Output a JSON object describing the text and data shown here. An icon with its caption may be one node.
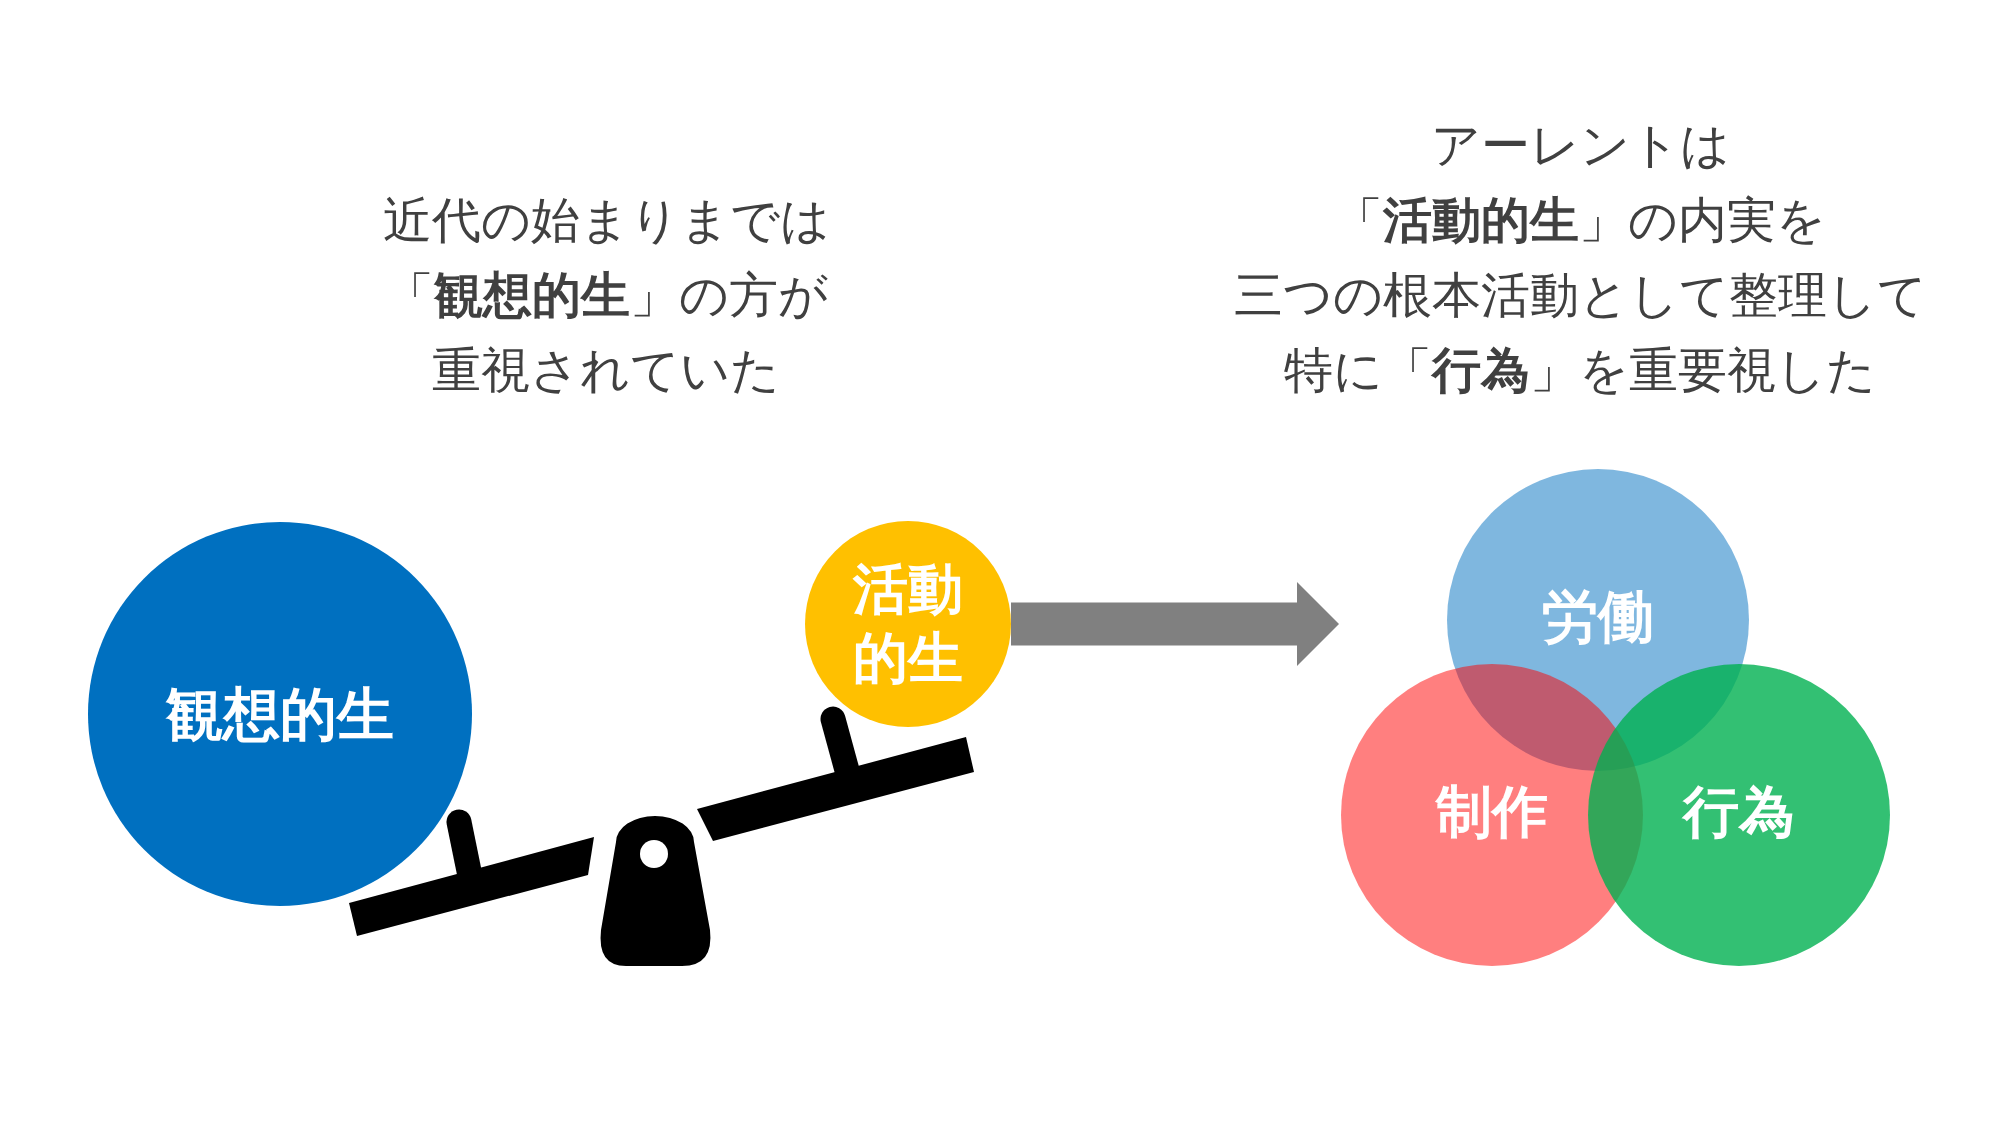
{
  "diagram": {
    "nodes": [
      {
        "text": [
          "観想的生"
        ]
      },
      {
        "text": [
          "活動的生"
        ]
      },
      {
        "text": [
          "労働"
        ]
      },
      {
        "text": [
          "制作"
        ]
      },
      {
        "text": [
          "行為"
        ]
      }
    ],
    "edges": [
      {
        "from": 1,
        "to": 2,
        "arrow": "to"
      }
    ],
    "labels": [
      "近代の始まりまでは「**観想的生**」の方が重視されていた",
      "アーレントは「**活動的生**」の内実を三つの根本活動として整理して特に「**行為**」を重要視した"
    ]
  }
}
